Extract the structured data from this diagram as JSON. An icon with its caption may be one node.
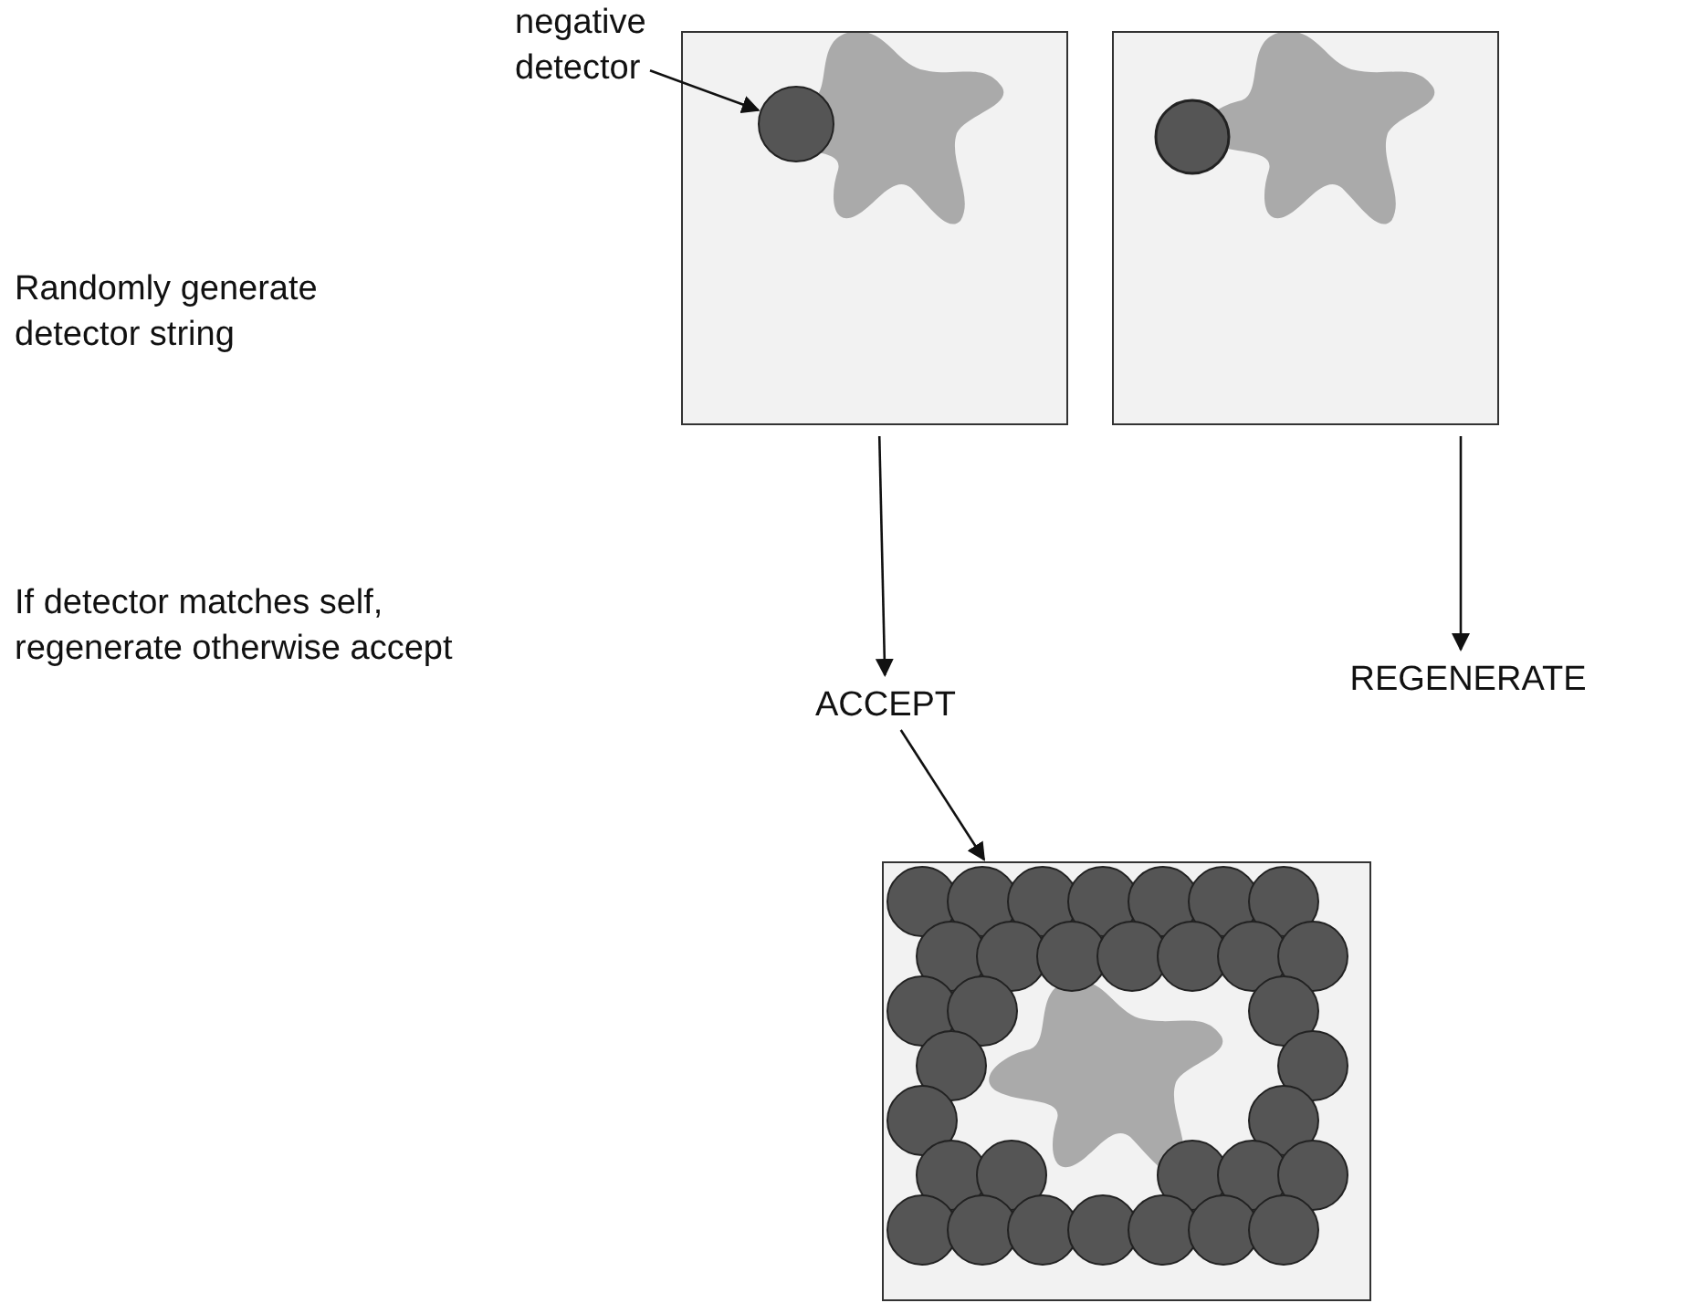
{
  "diagram": {
    "nodes": [
      {
        "text": [
          "negative detector"
        ]
      },
      {
        "text": [],
        "shape": "box"
      },
      {
        "text": [],
        "shape": "circle",
        "in": 1
      },
      {
        "text": [],
        "shape": "box"
      },
      {
        "text": [
          "ACCEPT"
        ]
      },
      {
        "text": [
          "REGENERATE"
        ]
      },
      {
        "text": [],
        "shape": "box"
      }
    ],
    "edges": [
      {
        "from": 0,
        "to": 2,
        "arrow": "to"
      },
      {
        "from": 1,
        "to": 4,
        "arrow": "to"
      },
      {
        "from": 3,
        "to": 5,
        "arrow": "to"
      },
      {
        "from": 4,
        "to": 6,
        "arrow": "to"
      }
    ],
    "labels": [
      "Randomly generate detector string",
      "If detector matches self, regenerate otherwise accept"
    ]
  }
}
